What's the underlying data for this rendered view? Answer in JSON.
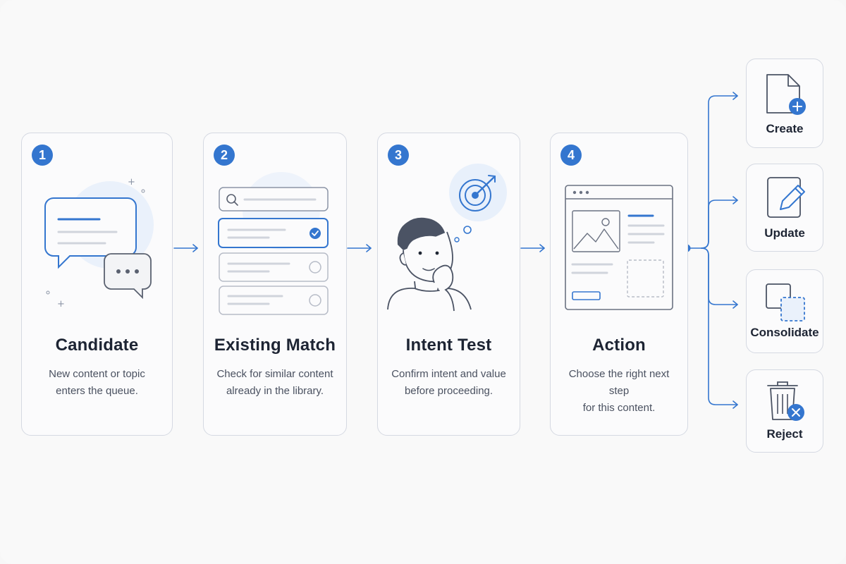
{
  "steps": [
    {
      "number": "1",
      "title": "Candidate",
      "desc_line1": "New content or topic",
      "desc_line2": "enters the queue."
    },
    {
      "number": "2",
      "title": "Existing Match",
      "desc_line1": "Check for similar content",
      "desc_line2": "already in the library."
    },
    {
      "number": "3",
      "title": "Intent Test",
      "desc_line1": "Confirm intent and value",
      "desc_line2": "before proceeding."
    },
    {
      "number": "4",
      "title": "Action",
      "desc_line1": "Choose the right next step",
      "desc_line2": "for this content."
    }
  ],
  "outcomes": [
    {
      "label": "Create",
      "icon": "file-plus-icon"
    },
    {
      "label": "Update",
      "icon": "edit-document-icon"
    },
    {
      "label": "Consolidate",
      "icon": "merge-squares-icon"
    },
    {
      "label": "Reject",
      "icon": "trash-reject-icon"
    }
  ],
  "colors": {
    "accent": "#3476cf",
    "accent_light": "#e8f0fb",
    "border": "#d5d9e2",
    "text": "#1d2433",
    "muted": "#4a5160"
  }
}
